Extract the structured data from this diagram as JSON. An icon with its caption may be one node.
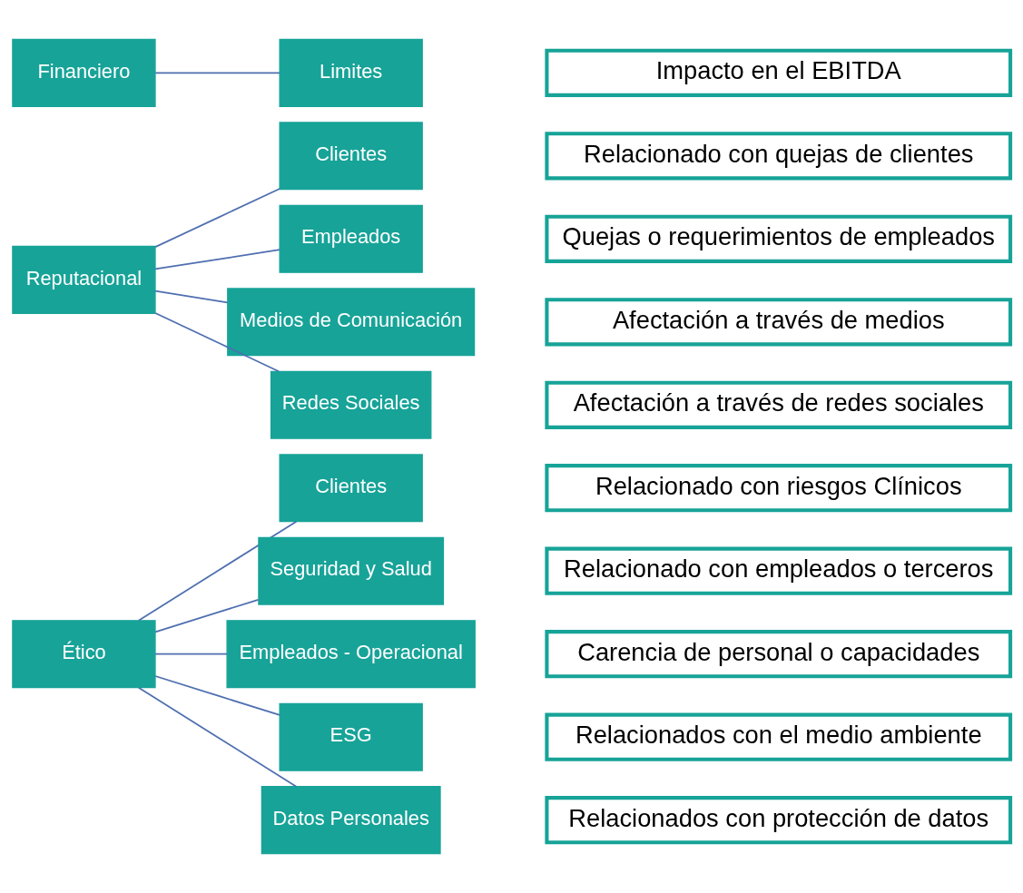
{
  "diagram": {
    "nodes": [
      {
        "text": [
          "Ético"
        ]
      },
      {
        "text": [
          "Clientes"
        ]
      },
      {
        "text": [
          "Relacionado con riesgos Clínicos"
        ]
      },
      {
        "text": [
          "Seguridad y Salud"
        ]
      },
      {
        "text": [
          "Relacionado con empleados o terceros"
        ]
      },
      {
        "text": [
          "Empleados - Operacional"
        ]
      },
      {
        "text": [
          "Carencia de personal o capacidades"
        ]
      },
      {
        "text": [
          "ESG"
        ]
      },
      {
        "text": [
          "Relacionados con el medio ambiente"
        ]
      },
      {
        "text": [
          "Datos Personales"
        ]
      },
      {
        "text": [
          "Relacionados con protección de datos"
        ]
      },
      {
        "text": [
          "Reputacional"
        ]
      },
      {
        "text": [
          "Clientes"
        ]
      },
      {
        "text": [
          "Relacionado con quejas de clientes"
        ]
      },
      {
        "text": [
          "Empleados"
        ]
      },
      {
        "text": [
          "Quejas o requerimientos de empleados"
        ]
      },
      {
        "text": [
          "Medios de Comunicación"
        ]
      },
      {
        "text": [
          "Afectación a través de medios"
        ]
      },
      {
        "text": [
          "Redes Sociales"
        ]
      },
      {
        "text": [
          "Afectación a través de redes sociales"
        ]
      },
      {
        "text": [
          "Financiero"
        ]
      },
      {
        "text": [
          "Limites"
        ]
      },
      {
        "text": [
          "Impacto en el EBITDA"
        ]
      }
    ],
    "edges": [
      {
        "from": 0,
        "to": 1,
        "arrow": "none"
      },
      {
        "from": 0,
        "to": 3,
        "arrow": "none"
      },
      {
        "from": 0,
        "to": 5,
        "arrow": "none"
      },
      {
        "from": 0,
        "to": 7,
        "arrow": "none"
      },
      {
        "from": 0,
        "to": 9,
        "arrow": "none"
      },
      {
        "from": 11,
        "to": 12,
        "arrow": "none"
      },
      {
        "from": 11,
        "to": 14,
        "arrow": "none"
      },
      {
        "from": 11,
        "to": 16,
        "arrow": "none"
      },
      {
        "from": 11,
        "to": 18,
        "arrow": "none"
      },
      {
        "from": 20,
        "to": 21,
        "arrow": "none"
      }
    ]
  }
}
